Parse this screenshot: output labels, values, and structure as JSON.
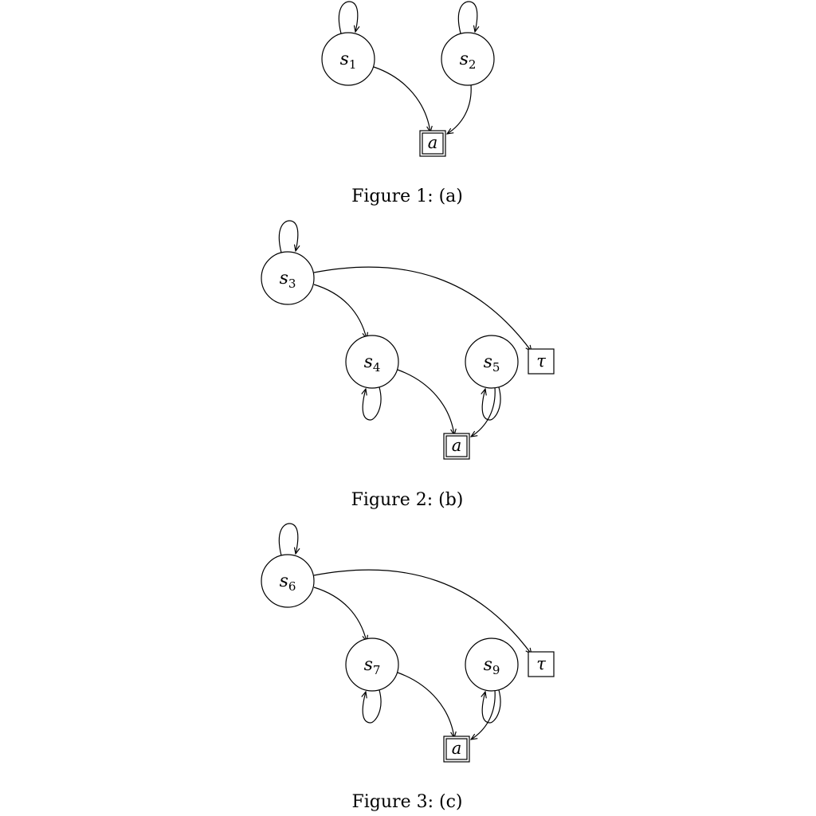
{
  "figures": [
    {
      "caption": "Figure 1: (a)",
      "states": {
        "s1": {
          "base": "s",
          "sub": "1"
        },
        "s2": {
          "base": "s",
          "sub": "2"
        }
      },
      "terminals": {
        "a": {
          "label": "a",
          "accepting": true
        }
      }
    },
    {
      "caption": "Figure 2: (b)",
      "states": {
        "s3": {
          "base": "s",
          "sub": "3"
        },
        "s4": {
          "base": "s",
          "sub": "4"
        },
        "s5": {
          "base": "s",
          "sub": "5"
        }
      },
      "terminals": {
        "a": {
          "label": "a",
          "accepting": true
        },
        "tau": {
          "label": "τ",
          "accepting": false
        }
      }
    },
    {
      "caption": "Figure 3: (c)",
      "states": {
        "s6": {
          "base": "s",
          "sub": "6"
        },
        "s7": {
          "base": "s",
          "sub": "7"
        },
        "s9": {
          "base": "s",
          "sub": "9"
        }
      },
      "terminals": {
        "a": {
          "label": "a",
          "accepting": true
        },
        "tau": {
          "label": "τ",
          "accepting": false
        }
      }
    }
  ]
}
